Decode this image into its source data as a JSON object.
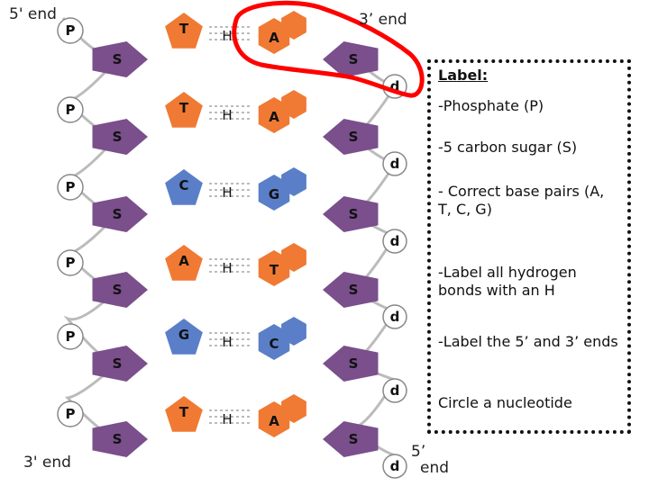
{
  "ends": {
    "top_left": "5' end",
    "top_right": "3’ end",
    "bottom_left": "3' end",
    "bottom_right_line1": "5’",
    "bottom_right_line2": "end"
  },
  "molecule": {
    "phosphate_label": "P",
    "sugar_label": "S",
    "deoxyribose_label": "d",
    "hydrogen_label": "H",
    "rows": [
      {
        "left_base": "T",
        "right_base": "A"
      },
      {
        "left_base": "T",
        "right_base": "A"
      },
      {
        "left_base": "C",
        "right_base": "G"
      },
      {
        "left_base": "A",
        "right_base": "T"
      },
      {
        "left_base": "G",
        "right_base": "C"
      },
      {
        "left_base": "T",
        "right_base": "A"
      }
    ]
  },
  "legend": {
    "title": "Label:",
    "items": [
      "-Phosphate (P)",
      "-5 carbon sugar (S)",
      "- Correct base pairs (A, T, C, G)",
      "-Label  all hydrogen bonds with an H",
      "-Label the 5’ and 3’ ends",
      "Circle a nucleotide"
    ]
  },
  "colors": {
    "sugar": "#7a4f8c",
    "base_orange": "#f07a33",
    "base_blue": "#5a7fc8",
    "circle": "#ff0000",
    "backbone": "#bbbbbb"
  }
}
